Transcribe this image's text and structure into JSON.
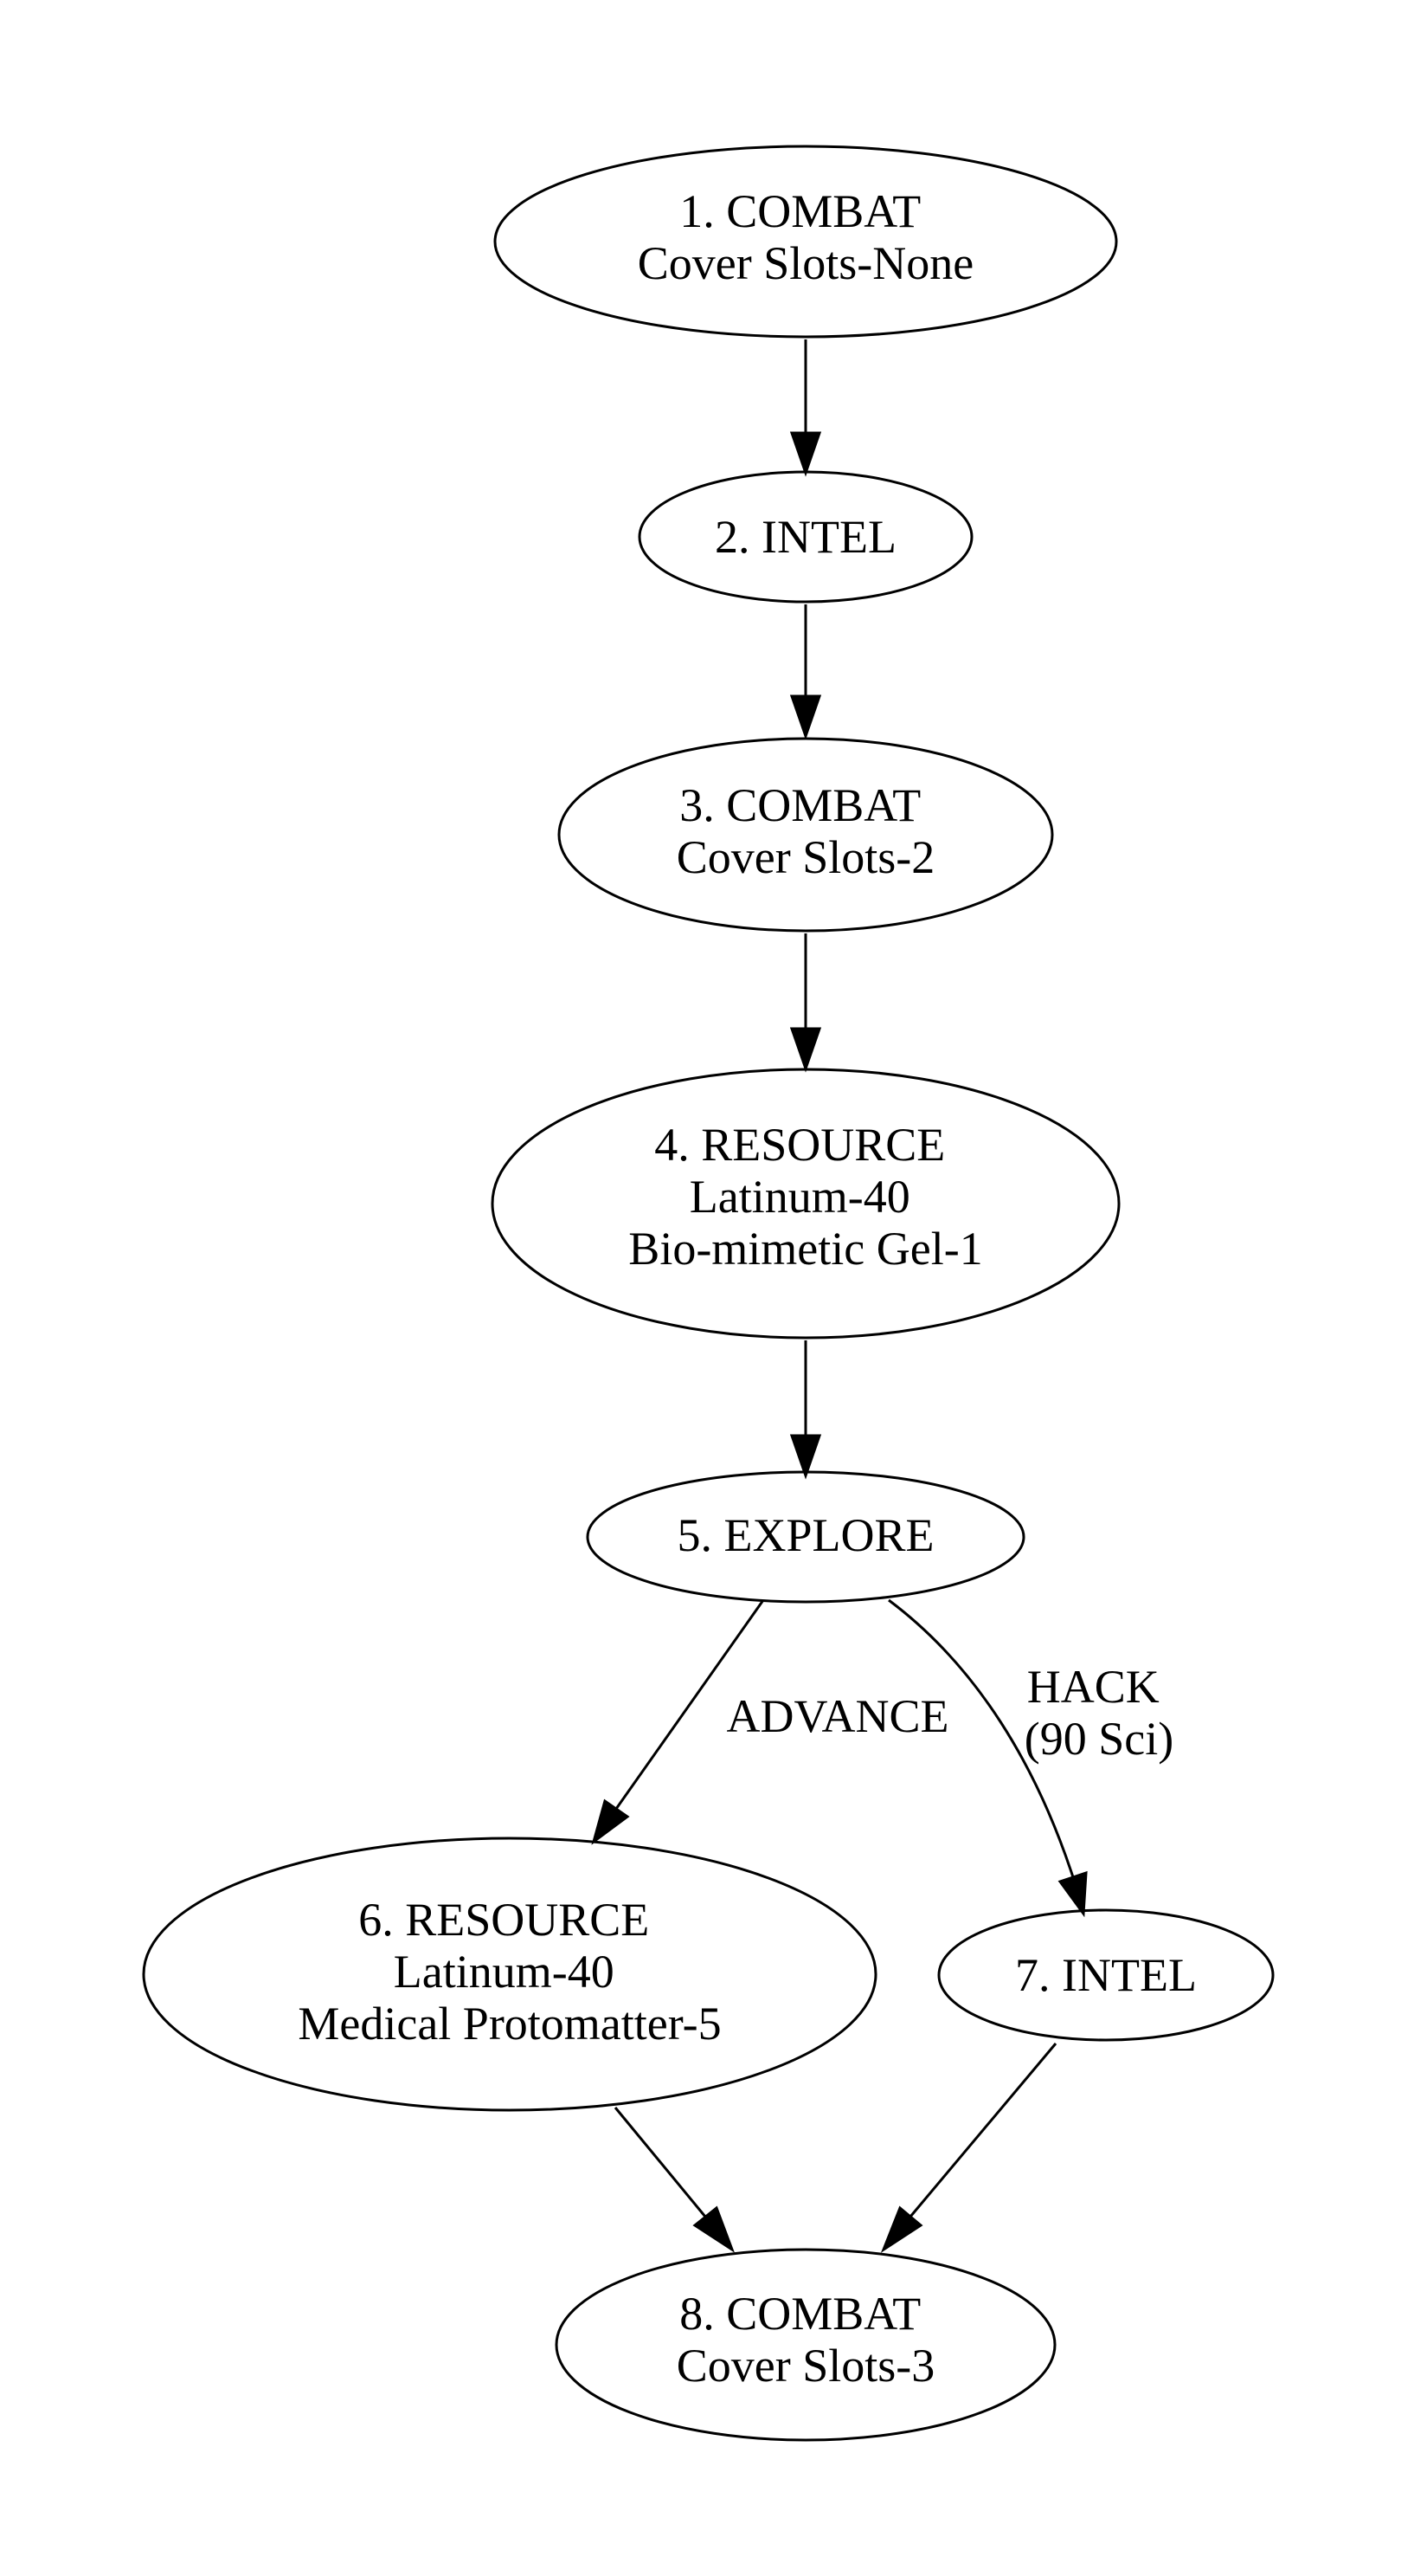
{
  "nodes": [
    {
      "id": "1",
      "lines": [
        "1. COMBAT",
        "Cover Slots-None"
      ]
    },
    {
      "id": "2",
      "lines": [
        "2. INTEL"
      ]
    },
    {
      "id": "3",
      "lines": [
        "3. COMBAT",
        "Cover Slots-2"
      ]
    },
    {
      "id": "4",
      "lines": [
        "4. RESOURCE",
        "Latinum-40",
        "Bio-mimetic Gel-1"
      ]
    },
    {
      "id": "5",
      "lines": [
        "5. EXPLORE"
      ]
    },
    {
      "id": "6",
      "lines": [
        "6. RESOURCE",
        "Latinum-40",
        "Medical Protomatter-5"
      ]
    },
    {
      "id": "7",
      "lines": [
        "7. INTEL"
      ]
    },
    {
      "id": "8",
      "lines": [
        "8. COMBAT",
        "Cover Slots-3"
      ]
    }
  ],
  "edges": [
    {
      "from": "1",
      "to": "2",
      "label": []
    },
    {
      "from": "2",
      "to": "3",
      "label": []
    },
    {
      "from": "3",
      "to": "4",
      "label": []
    },
    {
      "from": "4",
      "to": "5",
      "label": []
    },
    {
      "from": "5",
      "to": "6",
      "label": [
        "ADVANCE"
      ]
    },
    {
      "from": "5",
      "to": "7",
      "label": [
        "HACK",
        "(90 Sci)"
      ]
    },
    {
      "from": "6",
      "to": "8",
      "label": []
    },
    {
      "from": "7",
      "to": "8",
      "label": []
    }
  ]
}
